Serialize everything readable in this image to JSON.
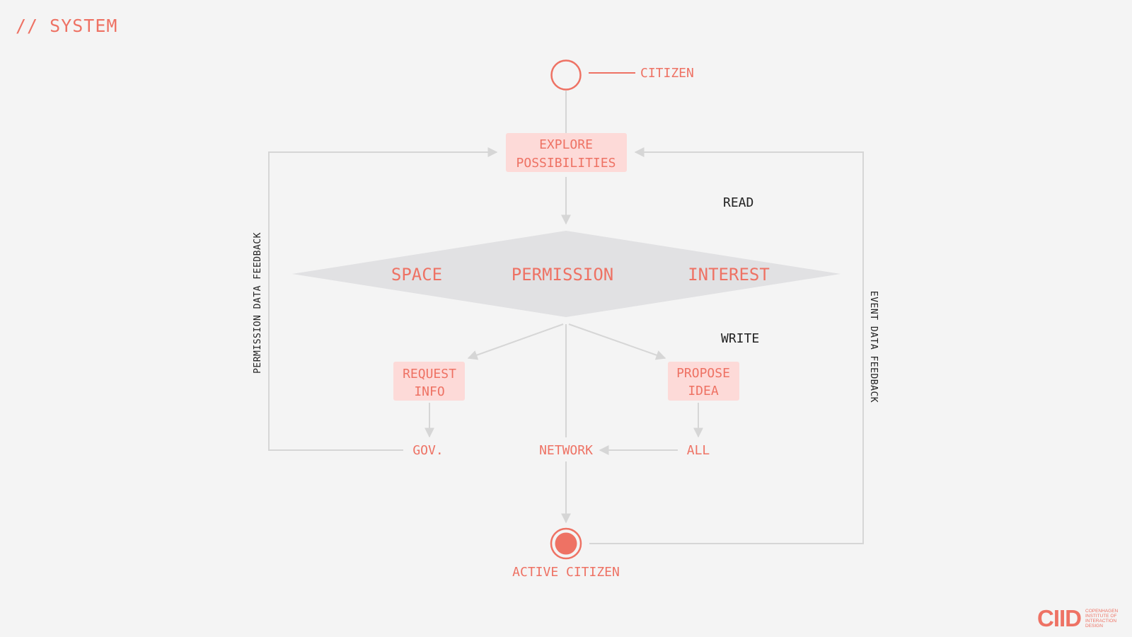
{
  "header": {
    "section_title": "// SYSTEM"
  },
  "nodes": {
    "start": "CITIZEN",
    "explore_line1": "EXPLORE",
    "explore_line2": "POSSIBILITIES",
    "decision": {
      "left": "SPACE",
      "center": "PERMISSION",
      "right": "INTEREST"
    },
    "request_line1": "REQUEST",
    "request_line2": "INFO",
    "propose_line1": "PROPOSE",
    "propose_line2": "IDEA",
    "gov": "GOV.",
    "network": "NETWORK",
    "all": "ALL",
    "end": "ACTIVE CITIZEN"
  },
  "labels": {
    "read": "READ",
    "write": "WRITE",
    "left_feedback": "PERMISSION DATA FEEDBACK",
    "right_feedback": "EVENT DATA FEEDBACK"
  },
  "brand": {
    "logo": "CIID",
    "sub_line1": "COPENHAGEN",
    "sub_line2": "INSTITUTE OF",
    "sub_line3": "INTERACTION",
    "sub_line4": "DESIGN"
  },
  "colors": {
    "accent": "#ee7264",
    "box_fill": "#fddad8",
    "diamond_fill": "#e1e1e3",
    "connector": "#d6d6d6",
    "background": "#f4f4f4"
  }
}
